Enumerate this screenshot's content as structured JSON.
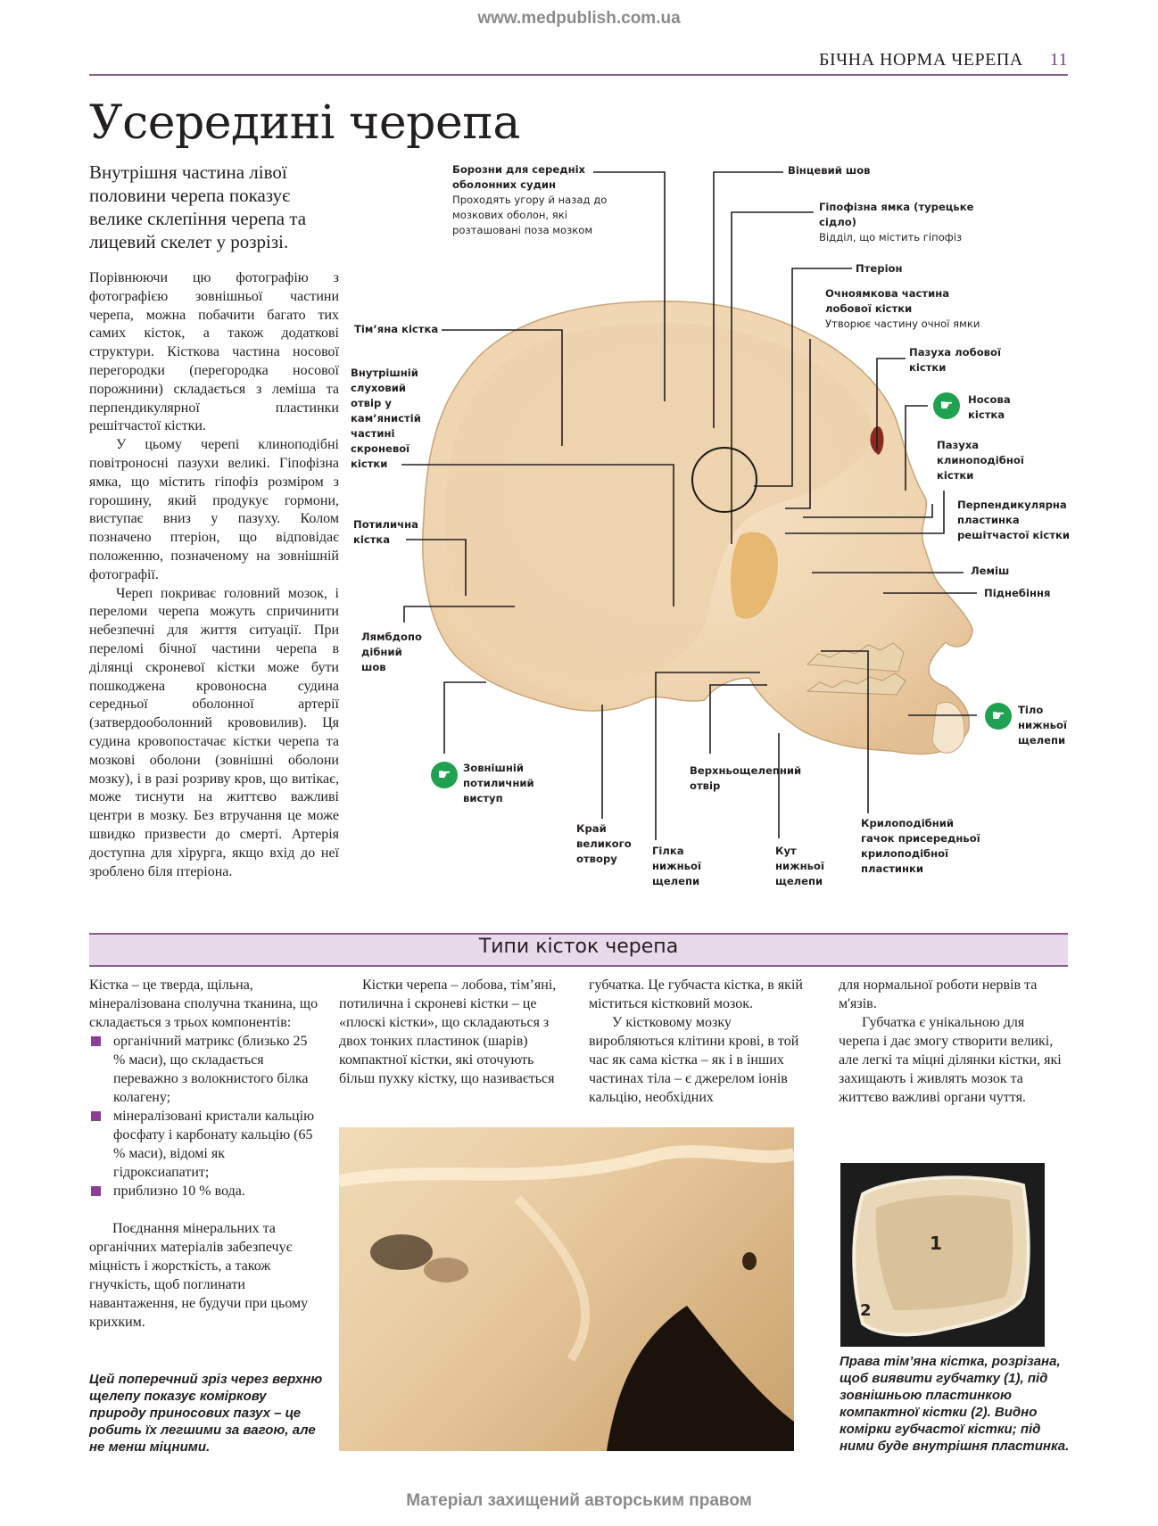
{
  "site_url": "www.medpublish.com.ua",
  "running_head": {
    "section": "БІЧНА НОРМА ЧЕРЕПА",
    "page_number": "11"
  },
  "title": "Усередині черепа",
  "lead": "Внутрішня частина лівої половини черепа показує велике склепіння черепа та лицевий скелет у розрізі.",
  "body": [
    "Порівнюючи цю фотографію з фотографією зовнішньої частини черепа, можна побачити багато тих самих кісток, а також додаткові структури. Кісткова частина носової перегородки (перегородка носової порожнини) складається з леміша та перпендикулярної пластинки решітчастої кістки.",
    "У цьому черепі клиноподібні повітроносні пазухи великі. Гіпофізна ямка, що містить гіпофіз розміром з горошину, який продукує гормони, виступає вниз у пазуху. Колом позначено птеріон, що відповідає положенню, позначеному на зовнішній фотографії.",
    "Череп покриває головний мозок, і переломи черепа можуть спричинити небезпечні для життя ситуації. При переломі бічної частини черепа в ділянці скроневої кістки може бути пошкоджена кровоносна судина середньої оболонної артерії (затвердооболонний крововилив). Ця судина кровопостачає кістки черепа та мозкові оболони (зовнішні оболони мозку), і в разі розриву кров, що витікає, може тиснути на життєво важливі центри в мозку. Без втручання це може швидко призвести до смерті. Артерія доступна для хірурга, якщо вхід до неї зроблено біля птеріона."
  ],
  "figure_labels": {
    "grooves": {
      "title": "Борозни для середніх оболонних судин",
      "desc": "Проходять угору й назад до мозкових оболон, які розташовані поза мозком"
    },
    "coronal_suture": {
      "title": "Вінцевий шов"
    },
    "pituitary_fossa": {
      "title": "Гіпофізна ямка (турецьке сідло)",
      "desc": "Відділ, що містить гіпофіз"
    },
    "pterion": {
      "title": "Птеріон"
    },
    "orbital_part": {
      "title": "Очноямкова частина лобової кістки",
      "desc": "Утворює частину очної ямки"
    },
    "parietal_bone": {
      "title": "Тім’яна кістка"
    },
    "frontal_sinus": {
      "title": "Пазуха лобової кістки"
    },
    "nasal_bone": {
      "title": "Носова кістка"
    },
    "internal_acoustic": {
      "title": "Внутрішній слуховий отвір у кам’янистій частині скроневої кістки"
    },
    "sphenoid_sinus": {
      "title": "Пазуха клиноподібної кістки"
    },
    "perpendicular_plate": {
      "title": "Перпендикулярна пластинка решітчастої кістки"
    },
    "occipital_bone": {
      "title": "Потилична кістка"
    },
    "vomer": {
      "title": "Леміш"
    },
    "palate": {
      "title": "Піднебіння"
    },
    "lambdoid_suture": {
      "title": "Лямбдоподібний шов"
    },
    "mandible_body": {
      "title": "Тіло нижньої щелепи"
    },
    "occipital_protuberance": {
      "title": "Зовнішній потиличний виступ"
    },
    "maxillary_foramen": {
      "title": "Верхньощелепний отвір"
    },
    "foramen_magnum_edge": {
      "title": "Край великого отвору"
    },
    "pterygoid_hamulus": {
      "title": "Крилоподібний гачок присередньої крилоподібної пластинки"
    },
    "mandible_ramus": {
      "title": "Гілка нижньої щелепи"
    },
    "mandible_angle": {
      "title": "Кут нижньої щелепи"
    }
  },
  "section": {
    "title": "Типи кісток черепа",
    "col1_intro": "Кістка – це тверда, щільна, мінералізована сполучна тканина, що складається з трьох компонентів:",
    "bullets": [
      "органічний матрикс (близько 25 % маси), що складається переважно з волокнистого білка колагену;",
      "мінералізовані кристали кальцію фосфату і карбонату кальцію (65 % маси), відомі як гідроксиапатит;",
      "приблизно 10 % вода."
    ],
    "col1_outro": "Поєднання мінеральних та органічних матеріалів забезпечує міцність і жорсткість, а також гнучкість, щоб поглинати навантаження, не будучи при цьому крихким.",
    "col2": "Кістки черепа – лобова, тім’яні, потилична і скроневі кістки – це «плоскі кістки», що складаються з двох тонких пластинок (шарів) компактної кістки, які оточують більш пухку кістку, що називається",
    "col3_a": "губчатка. Це губчаста кістка, в якій міститься кістковий мозок.",
    "col3_b": "У кістковому мозку виробляються клітини крові, в той час як сама кістка – як і в інших частинах тіла – є джерелом іонів кальцію, необхідних",
    "col4_a": "для нормальної роботи нервів та м'язів.",
    "col4_b": "Губчатка є унікальною для черепа і дає змогу створити великі, але легкі та міцні ділянки кістки, які захищають і живлять мозок та життєво важливі органи чуття.",
    "caption_left": "Цей поперечний зріз через верхню щелепу показує коміркову природу приносових пазух – це робить їх легшими за вагою, але не менш міцними.",
    "caption_right": "Права тім’яна кістка, розрізана, щоб виявити губчатку (1), під зовнішньою пластинкою компактної кістки (2). Видно комірки губчастої кістки; під ними буде внутрішня пластинка.",
    "photo_marker_1": "1",
    "photo_marker_2": "2"
  },
  "footer": "Матеріал захищений авторським правом",
  "colors": {
    "accent": "#8d5a96",
    "band": "#e8d9ea",
    "bullet": "#8d3d95",
    "icon_green": "#1ea24f",
    "bone": "#f2dcbf"
  },
  "icons": {
    "hand": "pointing-hand-icon"
  }
}
